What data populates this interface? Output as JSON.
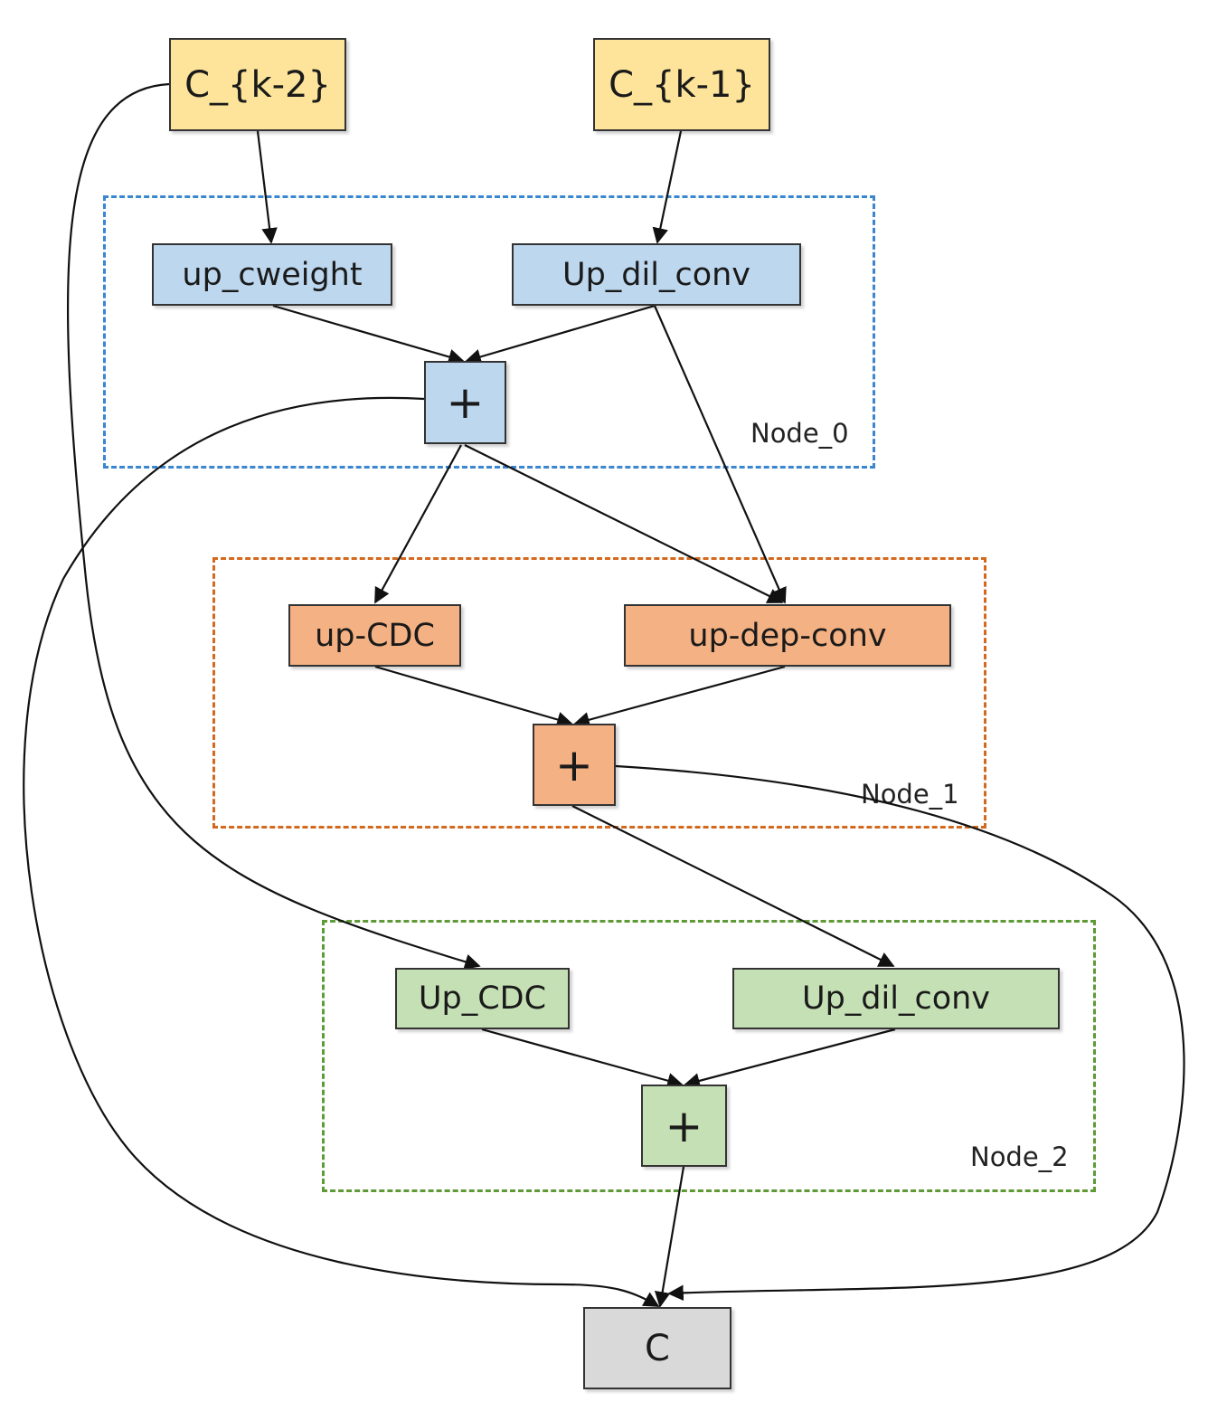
{
  "inputs": {
    "c_k2": "C_{k-2}",
    "c_k1": "C_{k-1}"
  },
  "node0": {
    "label": "Node_0",
    "op_left": "up_cweight",
    "op_right": "Up_dil_conv",
    "sum": "+"
  },
  "node1": {
    "label": "Node_1",
    "op_left": "up-CDC",
    "op_right": "up-dep-conv",
    "sum": "+"
  },
  "node2": {
    "label": "Node_2",
    "op_left": "Up_CDC",
    "op_right": "Up_dil_conv",
    "sum": "+"
  },
  "output": {
    "label": "C"
  },
  "colors": {
    "input_fill": "#fde49a",
    "node0_fill": "#bdd7ee",
    "node0_border": "#3a86cf",
    "node1_fill": "#f4b183",
    "node1_border": "#d2691e",
    "node2_fill": "#c5e0b4",
    "node2_border": "#5e9a36",
    "output_fill": "#d9d9d9"
  }
}
